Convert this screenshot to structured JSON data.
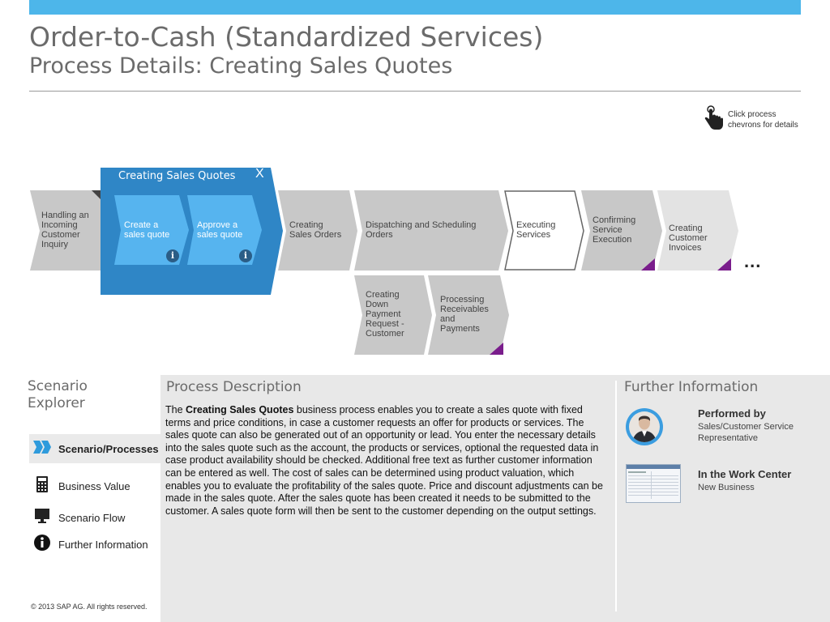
{
  "header": {
    "title": "Order-to-Cash (Standardized Services)",
    "subtitle": "Process Details: Creating Sales Quotes"
  },
  "hint": {
    "line1": "Click process",
    "line2": "chevrons for details",
    "icon": "hand-pointer-icon"
  },
  "process_flow": {
    "selected": {
      "title": "Creating Sales Quotes",
      "close_label": "X",
      "steps": [
        {
          "line1": "Create a",
          "line2": "sales quote",
          "info": "i"
        },
        {
          "line1": "Approve a",
          "line2": "sales quote",
          "info": "i"
        }
      ]
    },
    "chevrons": [
      {
        "lines": [
          "Handling an",
          "Incoming",
          "Customer",
          "Inquiry"
        ]
      },
      {
        "lines": [
          "Creating",
          "Sales Orders"
        ]
      },
      {
        "lines": [
          "Dispatching and Scheduling",
          "Orders"
        ]
      },
      {
        "lines": [
          "Executing",
          "Services"
        ]
      },
      {
        "lines": [
          "Confirming",
          "Service",
          "Execution"
        ]
      },
      {
        "lines": [
          "Creating",
          "Customer",
          "Invoices"
        ]
      },
      {
        "lines": [
          "Creating",
          "Down",
          "Payment",
          "Request -",
          "Customer"
        ]
      },
      {
        "lines": [
          "Processing",
          "Receivables",
          "and",
          "Payments"
        ]
      }
    ],
    "more": "..."
  },
  "explorer": {
    "title_line1": "Scenario",
    "title_line2": "Explorer",
    "items": [
      {
        "label": "Scenario/Processes",
        "icon": "chevrons-right-icon"
      },
      {
        "label": "Business Value",
        "icon": "calculator-icon"
      },
      {
        "label": "Scenario Flow",
        "icon": "monitor-icon"
      },
      {
        "label": "Further Information",
        "icon": "info-icon"
      }
    ],
    "copyright": "©  2013 SAP AG. All rights reserved."
  },
  "description": {
    "title": "Process Description",
    "intro": "The ",
    "bold": "Creating Sales Quotes",
    "body": " business process enables you to create a sales quote with fixed terms and price conditions, in case a customer requests an offer for products or services. The sales quote can also be generated out of an opportunity or lead. You enter the necessary details into the sales quote such as the account, the products or services, optional the requested data in case product availability should be checked. Additional free text as further customer information can be entered as well. The cost of sales can be determined using product valuation, which enables you to evaluate the profitability of the sales quote. Price and discount adjustments can be made in the sales quote. After the sales quote has been created it needs to be submitted to the customer. A sales quote form will then be sent to the customer depending on the output settings."
  },
  "further_info": {
    "title": "Further Information",
    "performed_by_label": "Performed by",
    "performed_by_line1": "Sales/Customer Service",
    "performed_by_line2": "Representative",
    "work_center_label": "In the Work Center",
    "work_center_value": "New Business"
  },
  "colors": {
    "accent_blue": "#4db6ea",
    "selected_blue": "#2f86c6",
    "step_blue": "#56b4ef",
    "chevron_gray": "#c8c8c8",
    "corner_purple": "#7a1d8c"
  }
}
